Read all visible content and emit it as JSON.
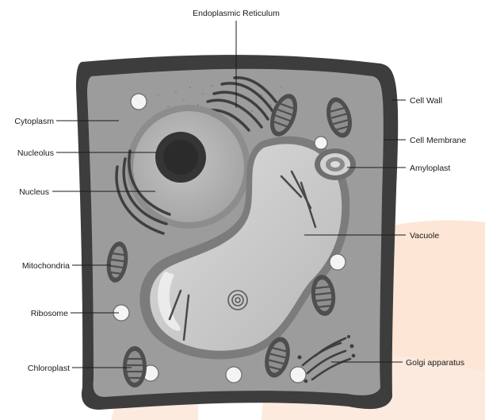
{
  "diagram": {
    "labels": {
      "endoplasmic_reticulum": "Endoplasmic Reticulum",
      "cell_wall": "Cell Wall",
      "cell_membrane": "Cell Membrane",
      "amyloplast": "Amyloplast",
      "vacuole": "Vacuole",
      "golgi_apparatus": "Golgi apparatus",
      "cytoplasm": "Cytoplasm",
      "nucleolus": "Nucleolus",
      "nucleus": "Nucleus",
      "mitochondria": "Mitochondria",
      "ribosome": "Ribosome",
      "chloroplast": "Chloroplast"
    },
    "colors": {
      "cell_wall": "#3d3d3d",
      "cytoplasm": "#9c9c9c",
      "nucleus": "#b5b5b5",
      "nucleolus": "#353535",
      "vacuole": "#c9c9c9",
      "organelle": "#5a5a5a",
      "background_accent": "#fde6d6"
    }
  }
}
